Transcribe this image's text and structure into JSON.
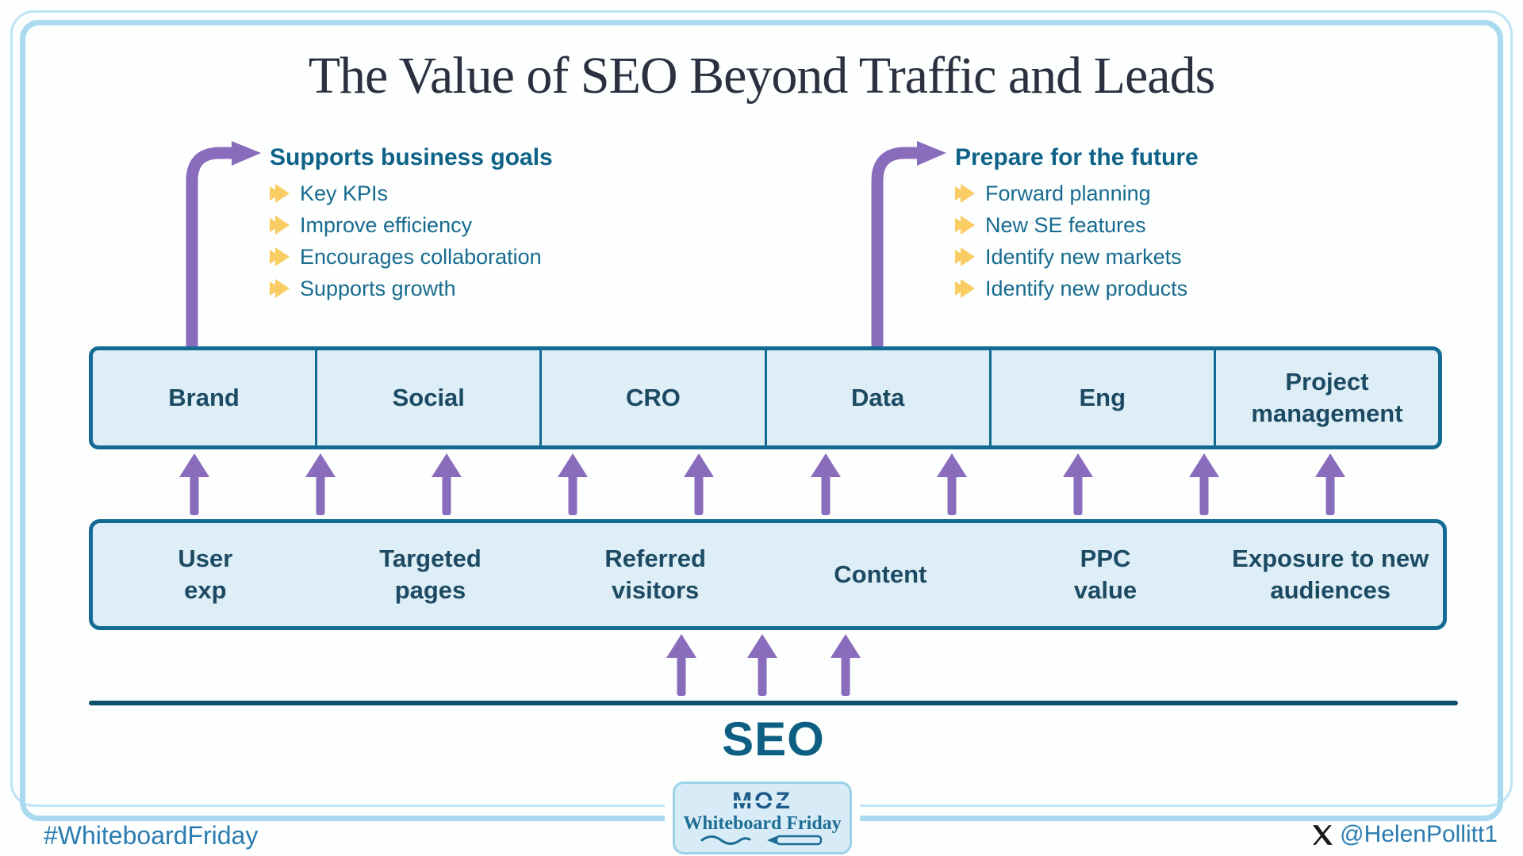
{
  "title": "The Value of SEO Beyond Traffic and Leads",
  "callouts": [
    {
      "heading": "Supports business goals",
      "items": [
        "Key KPIs",
        "Improve efficiency",
        "Encourages collaboration",
        "Supports growth"
      ]
    },
    {
      "heading": "Prepare for the future",
      "items": [
        "Forward planning",
        "New SE features",
        "Identify new markets",
        "Identify new products"
      ]
    }
  ],
  "top_row": [
    "Brand",
    "Social",
    "CRO",
    "Data",
    "Eng",
    "Project management"
  ],
  "bottom_row": [
    "User exp",
    "Targeted pages",
    "Referred visitors",
    "Content",
    "PPC value",
    "Exposure to new audiences"
  ],
  "base_label": "SEO",
  "badge": {
    "brand": "MOZ",
    "series": "Whiteboard Friday"
  },
  "footer": {
    "hashtag": "#WhiteboardFriday",
    "handle": "@HelenPollitt1"
  },
  "icons": {
    "bullet": "double-right-arrow",
    "footer_logo": "x-twitter"
  },
  "colors": {
    "arrow_purple": "#8a6cbc",
    "bullet_yellow": "#f9cd63",
    "box_fill": "#ddeef7",
    "box_border": "#136a93",
    "text_teal": "#176b8f",
    "label_navy": "#1d4a63",
    "frame_blue": "#a9daef",
    "footer_blue": "#2b7cb0"
  }
}
